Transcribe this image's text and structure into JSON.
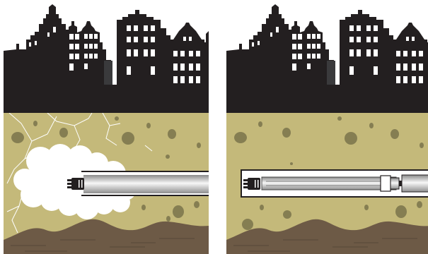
{
  "colors": {
    "sky": "#ffffff",
    "skyline": "#231f20",
    "window": "#ffffff",
    "soil": "#c4b97a",
    "stone": "#857e52",
    "bedrock": "#6d5a46",
    "bedrock_line": "#584838",
    "crack": "#ffffff",
    "cloud": "#ffffff",
    "casing_dark": "#9a9a9a",
    "casing_light": "#f4f4f4",
    "drill_head": "#231f20"
  },
  "panels": [
    {
      "id": "left",
      "scene": "tunnel-boring-with-ground-disturbance",
      "icons": [
        "skyline-icon",
        "drill-head-icon",
        "pipe-icon",
        "cloud-icon",
        "crack-icon"
      ]
    },
    {
      "id": "right",
      "scene": "tunnel-boring-with-guided-casing",
      "icons": [
        "skyline-icon",
        "drill-head-icon",
        "pipe-icon",
        "joint-icon"
      ]
    }
  ]
}
